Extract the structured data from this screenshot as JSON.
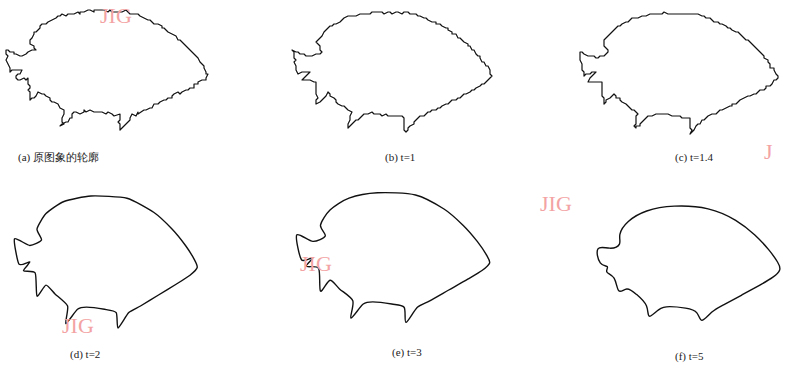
{
  "diagram": {
    "labels": [
      "JIG",
      "(a) 原图象的轮廓",
      "(b) t=1",
      "(c) t=1.4",
      "J",
      "JIG",
      "JIG",
      "(d) t=2",
      "(e) t=3",
      "(f) t=5",
      "JIG"
    ]
  }
}
